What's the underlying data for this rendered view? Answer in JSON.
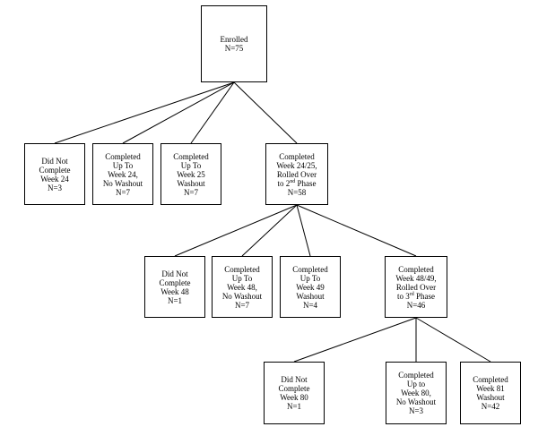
{
  "nodes": {
    "enrolled": {
      "lines": [
        "Enrolled",
        "N=75"
      ]
    },
    "p1_dnc": {
      "lines": [
        "Did Not",
        "Complete",
        "Week 24",
        "N=3"
      ]
    },
    "p1_nowash": {
      "lines": [
        "Completed",
        "Up To",
        "Week 24,",
        "No Washout",
        "N=7"
      ]
    },
    "p1_wash": {
      "lines": [
        "Completed",
        "Up To",
        "Week 25",
        "Washout",
        "N=7"
      ]
    },
    "p1_roll": {
      "lines": [
        "Completed",
        "Week 24/25,",
        "Rolled Over",
        "to 2",
        "N=58"
      ],
      "sup": [
        "",
        "",
        "",
        "nd",
        ""
      ],
      "tail": [
        "",
        "",
        "",
        " Phase",
        ""
      ]
    },
    "p2_dnc": {
      "lines": [
        "Did Not",
        "Complete",
        "Week 48",
        "N=1"
      ]
    },
    "p2_nowash": {
      "lines": [
        "Completed",
        "Up To",
        "Week 48,",
        "No Washout",
        "N=7"
      ]
    },
    "p2_wash": {
      "lines": [
        "Completed",
        "Up To",
        "Week 49",
        "Washout",
        "N=4"
      ]
    },
    "p2_roll": {
      "lines": [
        "Completed",
        "Week 48/49,",
        "Rolled Over",
        "to 3",
        "N=46"
      ],
      "sup": [
        "",
        "",
        "",
        "rd",
        ""
      ],
      "tail": [
        "",
        "",
        "",
        " Phase",
        ""
      ]
    },
    "p3_dnc": {
      "lines": [
        "Did Not",
        "Complete",
        "Week 80",
        "N=1"
      ]
    },
    "p3_nowash": {
      "lines": [
        "Completed",
        "Up to",
        "Week 80,",
        "No Washout",
        "N=3"
      ]
    },
    "p3_wash": {
      "lines": [
        "Completed",
        "Week 81",
        "Washout",
        "N=42"
      ]
    }
  },
  "edges": [
    [
      "enrolled",
      "p1_dnc"
    ],
    [
      "enrolled",
      "p1_nowash"
    ],
    [
      "enrolled",
      "p1_wash"
    ],
    [
      "enrolled",
      "p1_roll"
    ],
    [
      "p1_roll",
      "p2_dnc"
    ],
    [
      "p1_roll",
      "p2_nowash"
    ],
    [
      "p1_roll",
      "p2_wash"
    ],
    [
      "p1_roll",
      "p2_roll"
    ],
    [
      "p2_roll",
      "p3_dnc"
    ],
    [
      "p2_roll",
      "p3_nowash"
    ],
    [
      "p2_roll",
      "p3_wash"
    ]
  ]
}
